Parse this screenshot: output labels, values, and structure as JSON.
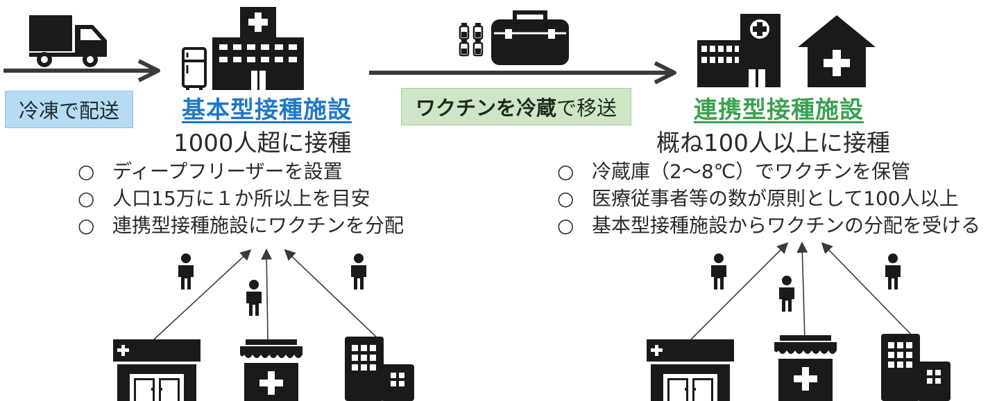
{
  "left_flow": {
    "transport_label": "冷凍で配送",
    "facility": {
      "title": "基本型接種施設",
      "subtitle": "1000人超に接種",
      "bullet_mark": "○",
      "bullets": [
        "ディープフリーザーを設置",
        "人口15万に１か所以上を目安",
        "連携型接種施設にワクチンを分配"
      ]
    }
  },
  "middle_flow": {
    "transfer_label_bold": "ワクチンを冷蔵",
    "transfer_label_rest": "で移送"
  },
  "right_flow": {
    "facility": {
      "title": "連携型接種施設",
      "subtitle": "概ね100人以上に接種",
      "bullet_mark": "○",
      "bullets": [
        "冷蔵庫（2～8℃）でワクチンを保管",
        "医療従事者等の数が原則として100人以上",
        "基本型接種施設からワクチンの分配を受ける"
      ]
    }
  },
  "colors": {
    "basic_title": "#1f78c8",
    "linked_title": "#3aa14f",
    "frozen_label_bg": "#b6dcf3",
    "fridge_label_bg": "#cfe6c6",
    "icon": "#1a1a1a"
  },
  "icons": [
    "truck-icon",
    "freezer-icon",
    "hospital-icon",
    "vials-icon",
    "cooler-box-icon",
    "clinic-icon",
    "home-clinic-icon",
    "person-icon",
    "pharmacy-icon",
    "office-building-icon"
  ]
}
